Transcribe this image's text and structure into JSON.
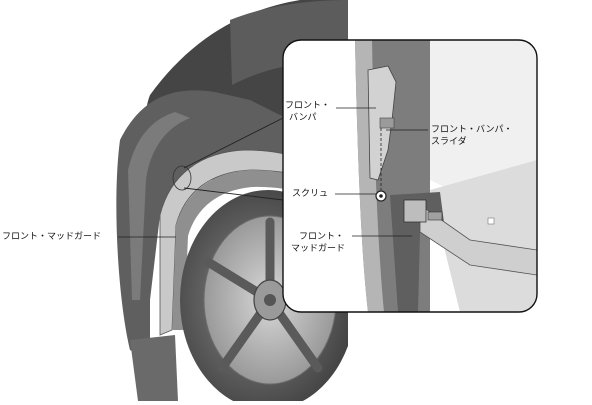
{
  "labels": {
    "front_mudguard_main": "フロント・マッドガード",
    "front_bumper": [
      "フロント・",
      "バンパ"
    ],
    "front_bumper_slider": [
      "フロント・バンパ・",
      "スライダ"
    ],
    "screw": "スクリュ",
    "front_mudguard_detail": [
      "フロント・",
      "マッドガード"
    ]
  },
  "colors": {
    "body_dark": "#4a4a4a",
    "body_mid": "#6e6e6e",
    "tire": "#5a5a5a",
    "rim": "#b9b9b9",
    "leader": "#222222"
  }
}
